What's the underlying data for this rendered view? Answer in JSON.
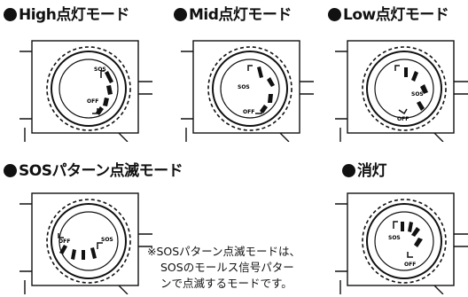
{
  "panels": [
    {
      "title": "High点灯モード",
      "sos_label": "SOS",
      "off_label": "OFF",
      "mode": "high"
    },
    {
      "title": "Mid点灯モード",
      "sos_label": "SOS",
      "off_label": "OFF",
      "mode": "mid"
    },
    {
      "title": "Low点灯モード",
      "sos_label": "SOS",
      "off_label": "OFF",
      "mode": "low"
    },
    {
      "title": "SOSパターン点滅モード",
      "sos_label": "SOS",
      "off_label": "OFF",
      "mode": "sos"
    },
    {
      "title": "消灯",
      "sos_label": "SOS",
      "off_label": "OFF",
      "mode": "off"
    }
  ],
  "note": {
    "line1": "※SOSパターン点滅モードは、",
    "line2": "SOSのモールス信号パター",
    "line3": "ンで点滅するモードです。"
  },
  "colors": {
    "ink": "#111111",
    "background": "#ffffff"
  }
}
